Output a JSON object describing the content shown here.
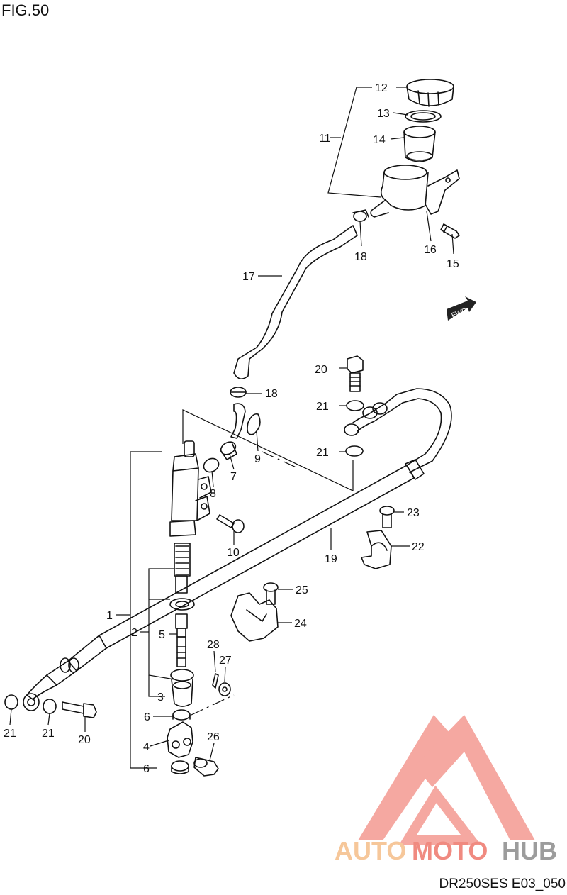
{
  "figure": {
    "title": "FIG.50",
    "drawing_code": "DR250SES E03_050"
  },
  "fwd_badge": "FWD",
  "callouts": {
    "c1": "1",
    "c2": "2",
    "c3": "3",
    "c4": "4",
    "c5": "5",
    "c6a": "6",
    "c6b": "6",
    "c7": "7",
    "c8": "8",
    "c9": "9",
    "c10": "10",
    "c11": "11",
    "c12": "12",
    "c13": "13",
    "c14": "14",
    "c15": "15",
    "c16": "16",
    "c17": "17",
    "c18a": "18",
    "c18b": "18",
    "c19": "19",
    "c20a": "20",
    "c20b": "20",
    "c21a": "21",
    "c21b": "21",
    "c21c": "21",
    "c21d": "21",
    "c22": "22",
    "c23": "23",
    "c24": "24",
    "c25": "25",
    "c26": "26",
    "c27": "27",
    "c28": "28"
  },
  "watermark": {
    "part1": "AUTO",
    "part2": "MOTO",
    "part3": "HUB",
    "colors": {
      "logo": "#f28b82",
      "auto": "#f6c79a",
      "hub": "#9c9c9c"
    }
  }
}
